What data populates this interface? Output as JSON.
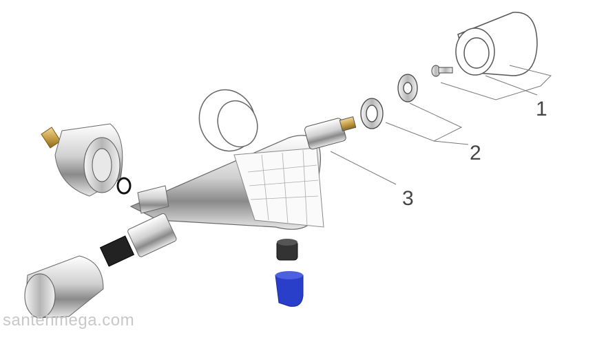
{
  "callouts": [
    {
      "label": "1"
    },
    {
      "label": "2"
    },
    {
      "label": "3"
    }
  ],
  "watermark": "santehmega.com",
  "colors": {
    "chrome": "#d9d9d9",
    "outline": "#555555",
    "brass": "#c9a24a",
    "blue_part": "#2a3fc9",
    "black_part": "#222222"
  }
}
